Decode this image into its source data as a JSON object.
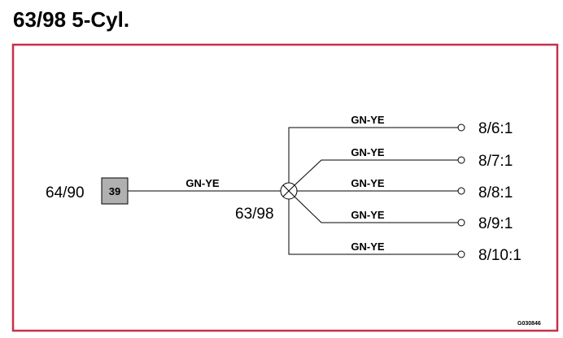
{
  "title": "63/98 5-Cyl.",
  "colors": {
    "frame": "#c8304a",
    "line": "#000000",
    "connector_fill": "#b0b0b0"
  },
  "diagram": {
    "source": {
      "label": "64/90",
      "connector": "39"
    },
    "main_wire": "GN-YE",
    "splice": {
      "label": "63/98",
      "icon": "splice-circle-cross"
    },
    "branches": [
      {
        "wire": "GN-YE",
        "terminal": "8/6:1"
      },
      {
        "wire": "GN-YE",
        "terminal": "8/7:1"
      },
      {
        "wire": "GN-YE",
        "terminal": "8/8:1"
      },
      {
        "wire": "GN-YE",
        "terminal": "8/9:1"
      },
      {
        "wire": "GN-YE",
        "terminal": "8/10:1"
      }
    ],
    "figure_code": "G030846"
  }
}
